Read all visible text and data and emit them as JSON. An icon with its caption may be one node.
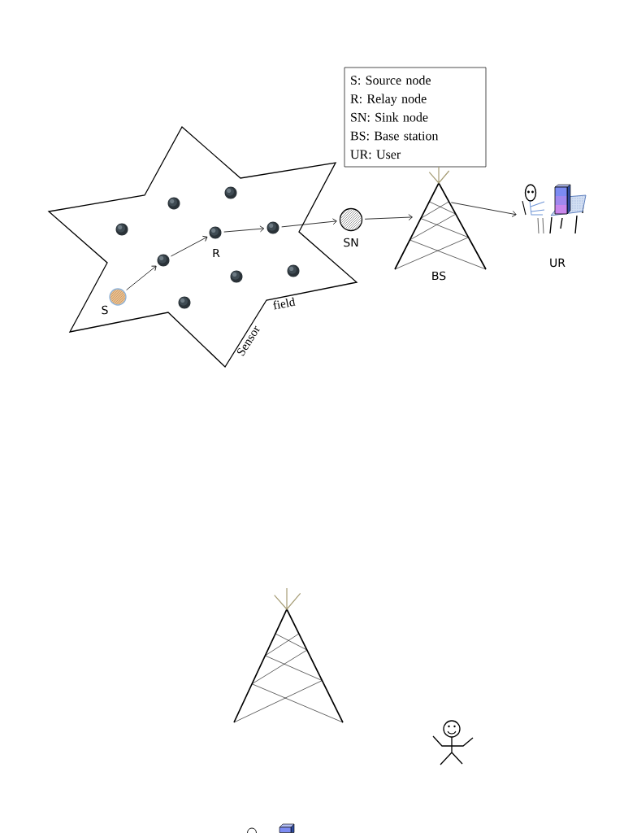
{
  "diagram": {
    "nodes": [
      {
        "text": [
          "Sensor",
          "field"
        ]
      },
      {
        "text": [],
        "shape": "circle",
        "in": 0,
        "beside": [
          "S"
        ]
      },
      {
        "text": [],
        "shape": "circle",
        "in": 0
      },
      {
        "text": [],
        "shape": "circle",
        "in": 0
      },
      {
        "text": [],
        "shape": "circle",
        "in": 0
      },
      {
        "text": [],
        "shape": "circle",
        "in": 0
      },
      {
        "text": [],
        "shape": "circle",
        "in": 0,
        "beside": [
          "R"
        ]
      },
      {
        "text": [],
        "shape": "circle",
        "in": 0
      },
      {
        "text": [],
        "shape": "circle",
        "in": 0
      },
      {
        "text": [],
        "shape": "circle",
        "in": 0
      },
      {
        "text": [],
        "shape": "circle",
        "in": 0
      },
      {
        "text": [],
        "shape": "circle",
        "beside": [
          "SN"
        ]
      },
      {
        "text": [
          "S: Source node",
          "R: Relay node",
          "SN: Sink node",
          "BS: Base station",
          "UR: User"
        ]
      },
      {
        "text": [],
        "shape": "picture",
        "beside": [
          "BS"
        ]
      },
      {
        "text": [],
        "shape": "picture",
        "beside": [
          "UR"
        ]
      },
      {
        "text": [],
        "shape": "picture"
      },
      {
        "text": [],
        "shape": "person"
      },
      {
        "text": [],
        "shape": "picture"
      }
    ],
    "edges": [
      {
        "from": 1,
        "to": 3,
        "arrow": "to"
      },
      {
        "from": 3,
        "to": 6,
        "arrow": "to"
      },
      {
        "from": 6,
        "to": 9,
        "arrow": "to"
      },
      {
        "from": 9,
        "to": 11,
        "arrow": "to"
      },
      {
        "from": 11,
        "to": 13,
        "arrow": "to"
      },
      {
        "from": 13,
        "to": 14,
        "arrow": "to"
      }
    ]
  }
}
